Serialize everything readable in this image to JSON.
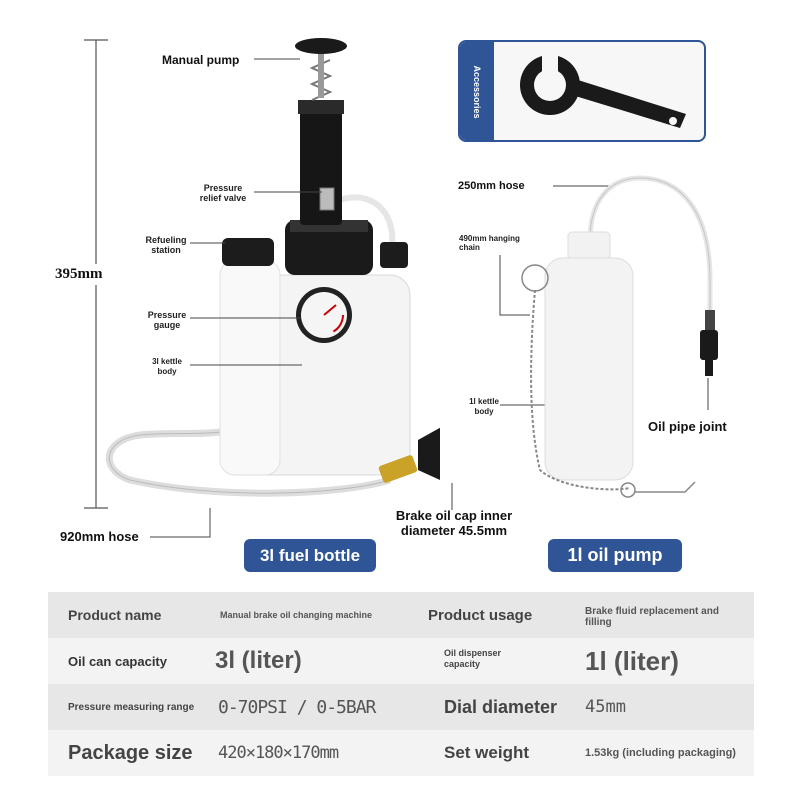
{
  "dimension": {
    "height": "395mm"
  },
  "labels": {
    "manual_pump": "Manual pump",
    "pressure_relief_valve": "Pressure relief valve",
    "refueling_station": "Refueling station",
    "pressure_gauge": "Pressure gauge",
    "kettle_3l_body": "3l kettle body",
    "hose_920": "920mm hose",
    "brake_oil_cap": "Brake oil cap inner diameter 45.5mm",
    "hose_250": "250mm hose",
    "hanging_chain": "490mm hanging chain",
    "kettle_1l_body": "1l kettle body",
    "oil_pipe_joint": "Oil pipe joint"
  },
  "accessories": {
    "title": "Accessories"
  },
  "badges": {
    "left": "3l fuel bottle",
    "right": "1l oil pump"
  },
  "specs": {
    "row1": {
      "k1": "Product name",
      "v1": "Manual brake oil changing machine",
      "k2": "Product usage",
      "v2": "Brake fluid replacement and filling"
    },
    "row2": {
      "k1": "Oil can capacity",
      "v1": "3l (liter)",
      "k2": "Oil dispenser capacity",
      "v2": "1l (liter)"
    },
    "row3": {
      "k1": "Pressure measuring range",
      "v1": "0-70PSI / 0-5BAR",
      "k2": "Dial diameter",
      "v2": "45mm"
    },
    "row4": {
      "k1": "Package size",
      "v1": "420×180×170mm",
      "k2": "Set weight",
      "v2": "1.53kg (including packaging)"
    }
  },
  "colors": {
    "accent": "#2f5597",
    "row_dark": "#e7e7e7",
    "row_light": "#f3f3f3"
  }
}
